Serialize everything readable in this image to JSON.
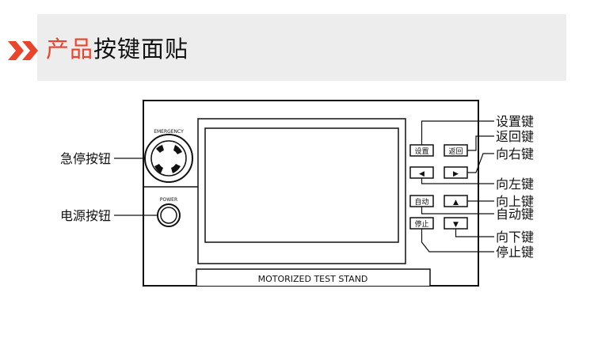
{
  "header": {
    "title_part1": "产品",
    "title_part2": "按键面贴"
  },
  "colors": {
    "accent": "#e8452c",
    "header_bg": "#ededed"
  },
  "panel": {
    "emergency_label": "EMERGENCY",
    "power_label": "POWER",
    "stand_label": "MOTORIZED TEST STAND",
    "buttons": {
      "set": "设置",
      "back": "返回",
      "auto": "自动",
      "stop": "停止",
      "left": "◀",
      "right": "▶",
      "up": "▲",
      "down": "▼"
    }
  },
  "callouts": {
    "emergency_button": "急停按钮",
    "power_button": "电源按钮",
    "set_key": "设置键",
    "back_key": "返回键",
    "right_key": "向右键",
    "left_key": "向左键",
    "up_key": "向上键",
    "auto_key": "自动键",
    "down_key": "向下键",
    "stop_key": "停止键"
  }
}
